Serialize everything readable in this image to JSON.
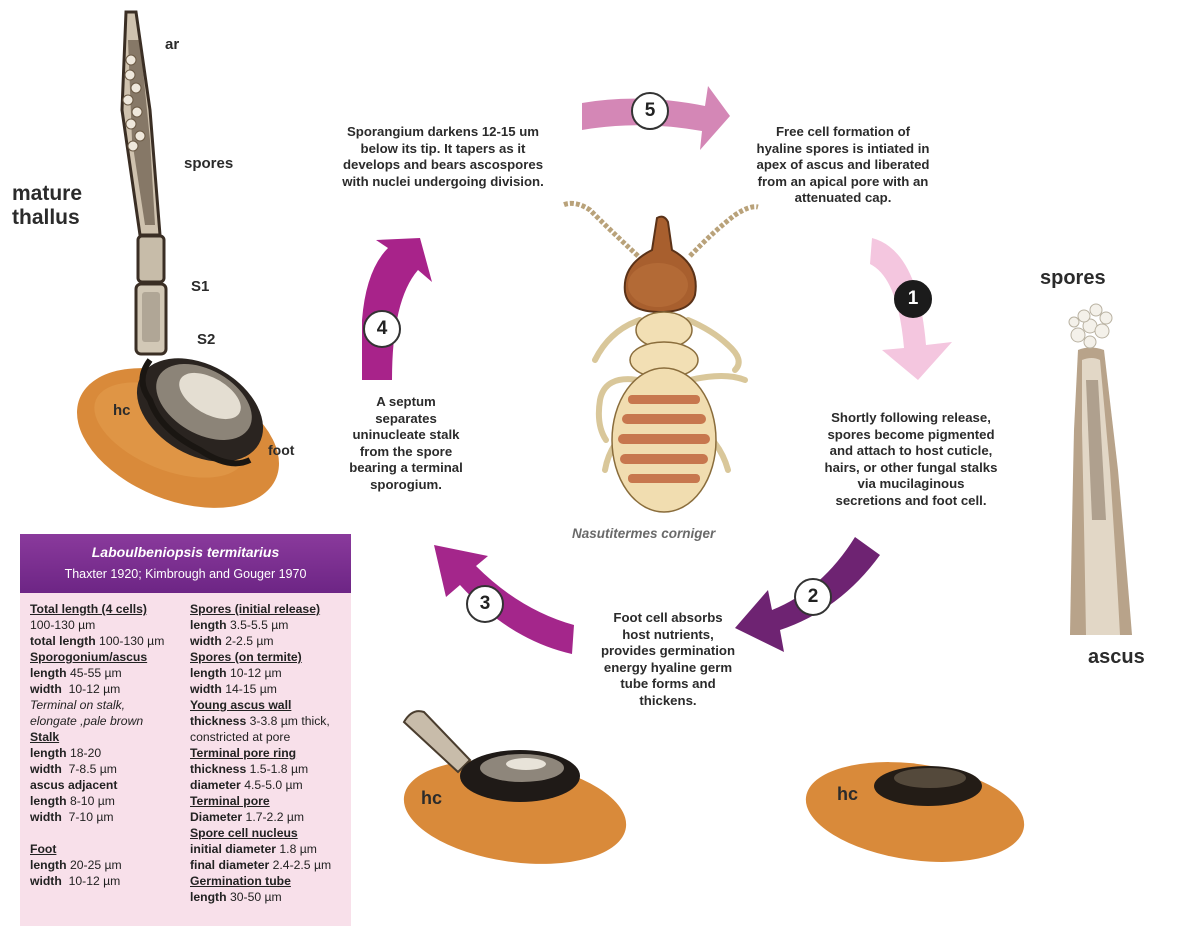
{
  "labels": {
    "mature_thallus": "mature\nthallus",
    "ar": "ar",
    "spores_left": "spores",
    "s1": "S1",
    "s2": "S2",
    "hc": "hc",
    "foot": "foot",
    "spores_right": "spores",
    "ascus": "ascus",
    "species_caption": "Nasutitermes corniger"
  },
  "steps": [
    {
      "num": "5",
      "text": ""
    },
    {
      "num": "1",
      "text": ""
    },
    {
      "num": "2",
      "text": ""
    },
    {
      "num": "3",
      "text": ""
    },
    {
      "num": "4",
      "text": ""
    }
  ],
  "step_texts": {
    "top_left": "Sporangium darkens 12-15 um\nbelow its tip. It tapers as it\ndevelops and bears ascospores\nwith nuclei undergoing division.",
    "top_right": "Free cell formation of\nhyaline spores is intiated in\napex of ascus and liberated\nfrom an apical pore with an\nattenuated cap.",
    "right": "Shortly following release,\nspores become pigmented\nand attach to host cuticle,\nhairs, or other fungal stalks\nvia mucilaginous\nsecretions and foot cell.",
    "bottom": "Foot cell absorbs\nhost nutrients,\nprovides germination\nenergy hyaline germ\ntube forms and\nthickens.",
    "left": "A septum\nseparates\nuninucleate stalk\nfrom the spore\nbearing a terminal\nsporogium."
  },
  "colors": {
    "arrow_5": "#d487b6",
    "arrow_1": "#f4c6df",
    "arrow_2": "#6e2372",
    "arrow_3": "#a4268b",
    "arrow_4": "#a8238a",
    "host_cell": "#d98a3a",
    "header_purple": "#7a2e90",
    "box_pink": "#f8e0ea"
  },
  "info": {
    "title": "Laboulbeniopsis termitarius",
    "subtitle": "Thaxter 1920; Kimbrough and Gouger 1970",
    "col1": [
      {
        "t": "Total length (4 cells)",
        "s": "h"
      },
      {
        "t": "100-130 µm",
        "s": ""
      },
      {
        "t": "total length",
        "v": " 100-130 µm",
        "s": "b"
      },
      {
        "t": "Sporogonium/ascus",
        "s": "h"
      },
      {
        "t": "length",
        "v": " 45-55 µm",
        "s": "b"
      },
      {
        "t": "width",
        "v": "  10-12 µm",
        "s": "b"
      },
      {
        "t": "Terminal on stalk,",
        "s": "it"
      },
      {
        "t": "elongate ,pale brown",
        "s": "it"
      },
      {
        "t": "Stalk",
        "s": "h"
      },
      {
        "t": "length",
        "v": " 18-20",
        "s": "b"
      },
      {
        "t": "width",
        "v": "  7-8.5 µm",
        "s": "b"
      },
      {
        "t": "ascus adjacent",
        "s": "b"
      },
      {
        "t": "length",
        "v": " 8-10 µm",
        "s": "b"
      },
      {
        "t": "width",
        "v": "  7-10 µm",
        "s": "b"
      },
      {
        "t": "",
        "s": "gap"
      },
      {
        "t": "Foot",
        "s": "h"
      },
      {
        "t": "length",
        "v": " 20-25 µm",
        "s": "b"
      },
      {
        "t": "width",
        "v": "  10-12 µm",
        "s": "b"
      }
    ],
    "col2": [
      {
        "t": "Spores (initial release)",
        "s": "h"
      },
      {
        "t": "length",
        "v": " 3.5-5.5 µm",
        "s": "b"
      },
      {
        "t": "width",
        "v": " 2-2.5 µm",
        "s": "b"
      },
      {
        "t": "Spores (on termite)",
        "s": "h"
      },
      {
        "t": "length",
        "v": " 10-12 µm",
        "s": "b"
      },
      {
        "t": "width",
        "v": " 14-15 µm",
        "s": "b"
      },
      {
        "t": "Young ascus wall",
        "s": "h"
      },
      {
        "t": "thickness",
        "v": " 3-3.8 µm thick,",
        "s": "b"
      },
      {
        "t": "constricted at pore",
        "s": ""
      },
      {
        "t": "Terminal pore ring",
        "s": "h"
      },
      {
        "t": "thickness",
        "v": " 1.5-1.8 µm",
        "s": "b"
      },
      {
        "t": "diameter",
        "v": " 4.5-5.0 µm",
        "s": "b"
      },
      {
        "t": "Terminal pore",
        "s": "h"
      },
      {
        "t": "Diameter",
        "v": " 1.7-2.2 µm",
        "s": "b"
      },
      {
        "t": "Spore cell nucleus",
        "s": "h"
      },
      {
        "t": "initial diameter",
        "v": " 1.8 µm",
        "s": "b"
      },
      {
        "t": "final diameter",
        "v": " 2.4-2.5 µm",
        "s": "b"
      },
      {
        "t": "Germination tube",
        "s": "h"
      },
      {
        "t": "length",
        "v": " 30-50 µm",
        "s": "b"
      }
    ]
  }
}
